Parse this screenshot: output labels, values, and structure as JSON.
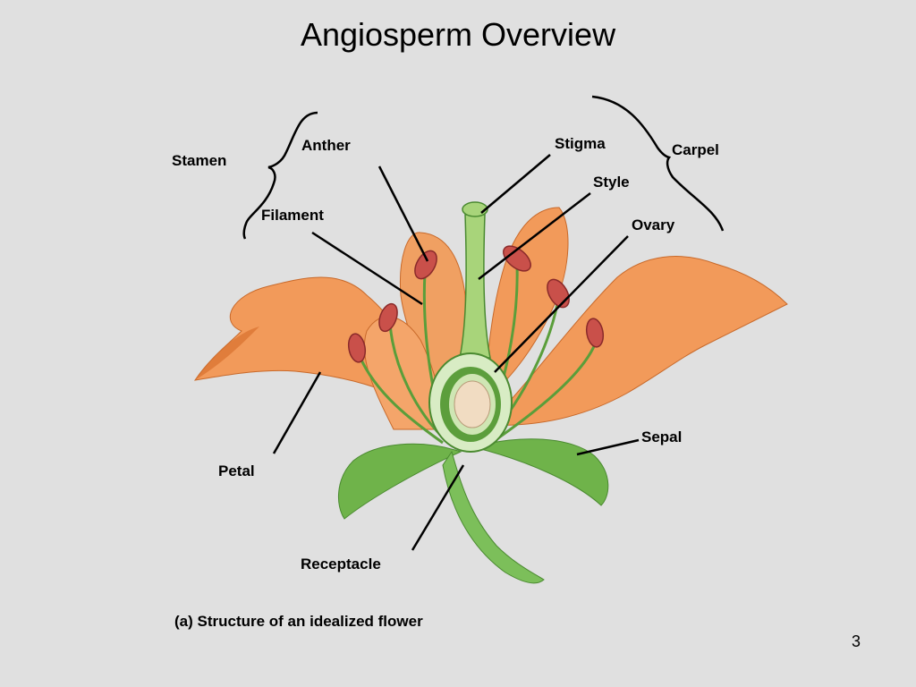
{
  "title": "Angiosperm Overview",
  "labels": {
    "stamen": "Stamen",
    "anther": "Anther",
    "filament": "Filament",
    "stigma": "Stigma",
    "style": "Style",
    "carpel": "Carpel",
    "ovary": "Ovary",
    "petal": "Petal",
    "sepal": "Sepal",
    "receptacle": "Receptacle"
  },
  "caption": "(a) Structure of an idealized flower",
  "page_number": "3",
  "colors": {
    "background": "#e0e0e0",
    "petal": "#f29a5a",
    "petal_shade": "#d9702e",
    "sepal": "#6fb34a",
    "stem": "#7cbf5a",
    "anther": "#c9504a",
    "ovary": "#d8ecc4"
  }
}
